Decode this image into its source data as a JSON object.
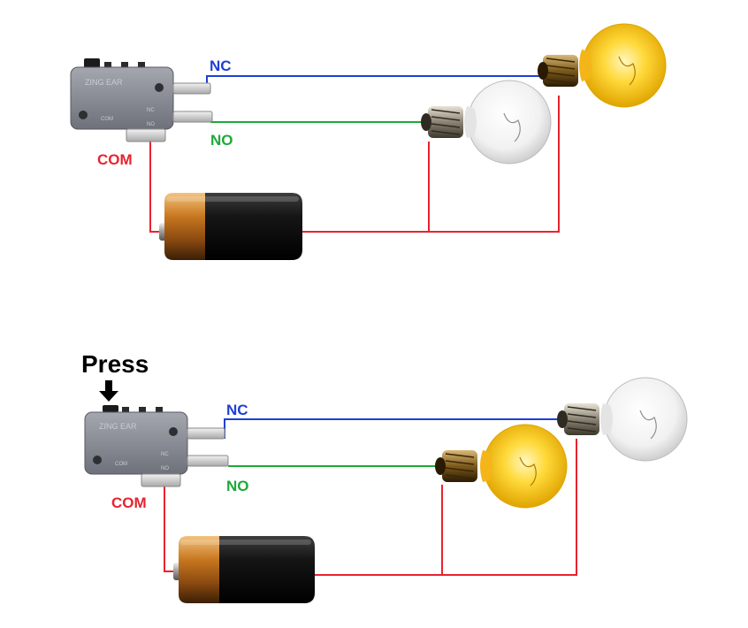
{
  "colors": {
    "nc_wire": "#1f3fd6",
    "no_wire": "#1fa83a",
    "com_wire": "#e8232f",
    "switch_body": "#878a93",
    "bulb_on": "#f6c21a",
    "bulb_off": "#eeeeee"
  },
  "top": {
    "nc_label": "NC",
    "no_label": "NO",
    "com_label": "COM",
    "brand_text": "ZING EAR",
    "com_pin_text": "COM",
    "nc_pin_text": "NC",
    "no_pin_text": "NO",
    "nc_bulb_state": "on",
    "no_bulb_state": "off"
  },
  "bottom": {
    "press_label": "Press",
    "nc_label": "NC",
    "no_label": "NO",
    "com_label": "COM",
    "brand_text": "ZING EAR",
    "com_pin_text": "COM",
    "nc_pin_text": "NC",
    "no_pin_text": "NO",
    "nc_bulb_state": "off",
    "no_bulb_state": "on"
  }
}
